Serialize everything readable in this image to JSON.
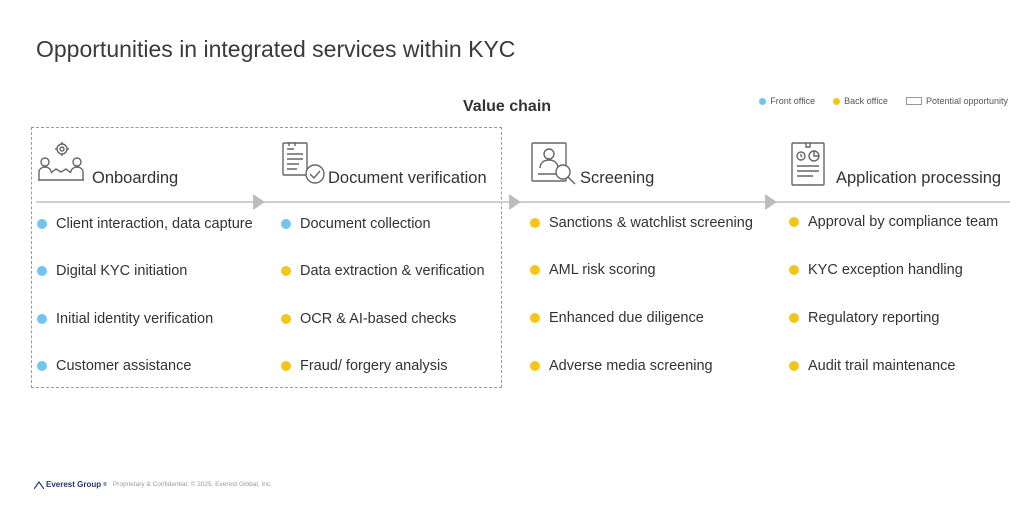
{
  "slide": {
    "title": "Opportunities in integrated services within KYC"
  },
  "value_chain": {
    "title": "Value chain"
  },
  "legend": {
    "front_office": "Front office",
    "back_office": "Back office",
    "potential_opportunity": "Potential opportunity"
  },
  "colors": {
    "front_office": "#6ec6f0",
    "back_office": "#f5c518"
  },
  "stages": [
    {
      "title": "Onboarding",
      "icon": "handshake-meeting-icon",
      "items": [
        {
          "label": "Client interaction, data capture",
          "office": "front"
        },
        {
          "label": "Digital KYC initiation",
          "office": "front"
        },
        {
          "label": "Initial identity verification",
          "office": "front"
        },
        {
          "label": "Customer assistance",
          "office": "front"
        }
      ]
    },
    {
      "title": "Document verification",
      "icon": "document-check-icon",
      "items": [
        {
          "label": "Document collection",
          "office": "front"
        },
        {
          "label": "Data extraction & verification",
          "office": "back"
        },
        {
          "label": "OCR & AI-based checks",
          "office": "back"
        },
        {
          "label": "Fraud/ forgery analysis",
          "office": "back"
        }
      ]
    },
    {
      "title": "Screening",
      "icon": "profile-search-icon",
      "items": [
        {
          "label": "Sanctions & watchlist screening",
          "office": "back"
        },
        {
          "label": "AML risk scoring",
          "office": "back"
        },
        {
          "label": "Enhanced due diligence",
          "office": "back"
        },
        {
          "label": "Adverse media screening",
          "office": "back"
        }
      ]
    },
    {
      "title": "Application processing",
      "icon": "application-form-icon",
      "items": [
        {
          "label": "Approval by compliance team",
          "office": "back"
        },
        {
          "label": "KYC exception handling",
          "office": "back"
        },
        {
          "label": "Regulatory reporting",
          "office": "back"
        },
        {
          "label": "Audit trail maintenance",
          "office": "back"
        }
      ]
    }
  ],
  "footer": {
    "logo": "Everest Group",
    "logo_mark": "®",
    "text": "Proprietary & Confidential. © 2025, Everest Global, Inc."
  }
}
